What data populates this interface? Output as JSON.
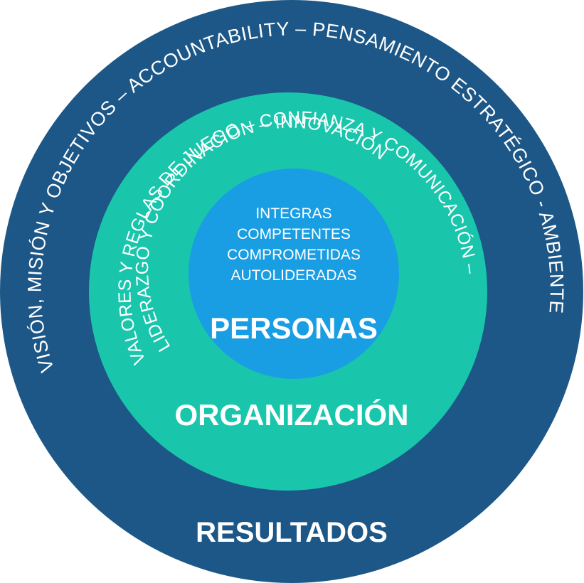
{
  "colors": {
    "outer_ring": "#1c5787",
    "middle_ring": "#19c6ac",
    "inner_circle": "#1a9ee3",
    "text": "#ffffff"
  },
  "outer": {
    "arc_text": "VISIÓN, MISIÓN Y OBJETIVOS – ACCOUNTABILITY – PENSAMIENTO ESTRATÉGICO - AMBIENTE",
    "label": "RESULTADOS"
  },
  "middle": {
    "arc_text_1": "VALORES Y REGLAS DE JUEGO – CONFIANZA Y COMUNICACIÓN –",
    "arc_text_2": "LIDERAZGO Y COORDINACIÓN – INNOVACIÓN",
    "label": "ORGANIZACIÓN"
  },
  "inner": {
    "lines": [
      "INTEGRAS",
      "COMPETENTES",
      "COMPROMETIDAS",
      "AUTOLIDERADAS"
    ],
    "label": "PERSONAS"
  }
}
